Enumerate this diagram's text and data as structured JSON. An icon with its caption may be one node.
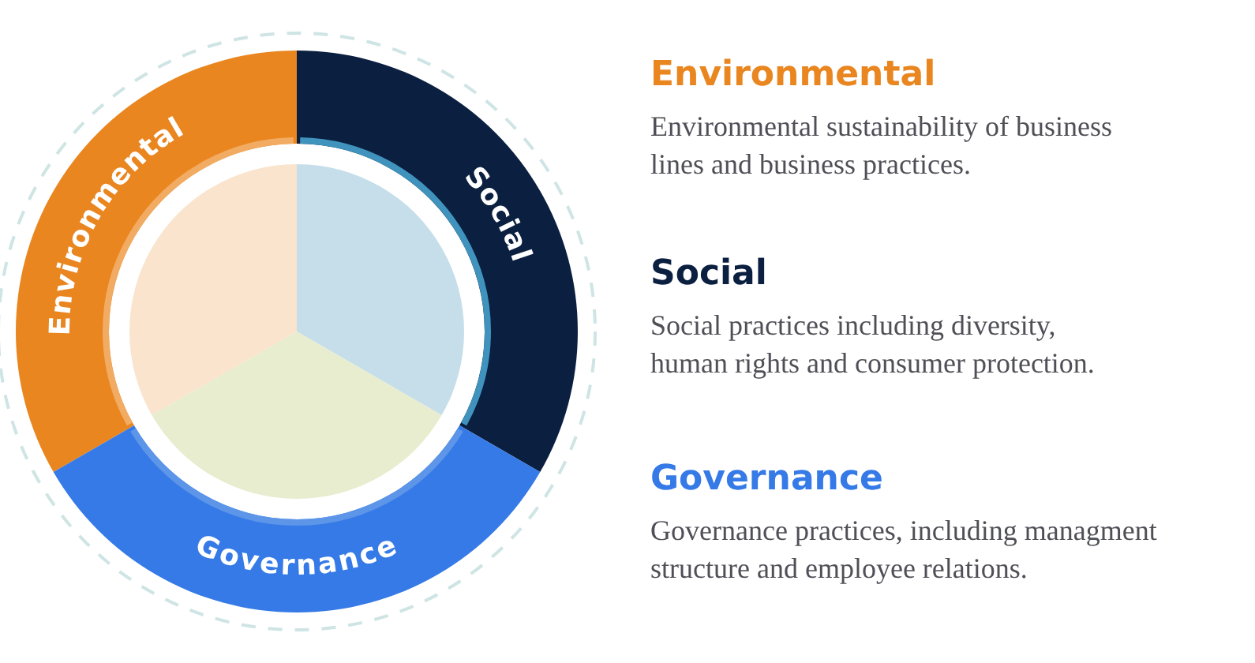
{
  "diagram": {
    "nodes": [
      {
        "text": [
          "Environmental"
        ]
      },
      {
        "text": [
          "Social"
        ]
      },
      {
        "text": [
          "Governance"
        ]
      }
    ],
    "labels": [
      "Environmental",
      "Environmental sustainability of business lines and business practices.",
      "Social",
      "Social practices including diversity, human rights and consumer protection.",
      "Governance",
      "Governance practices, including managment structure and employee relations."
    ]
  }
}
